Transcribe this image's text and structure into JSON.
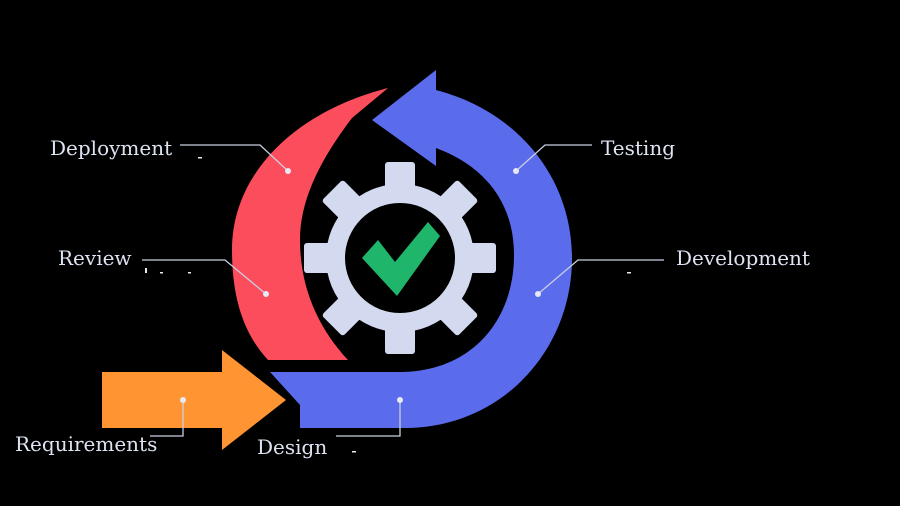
{
  "diagram": {
    "title": "",
    "stages": {
      "requirements": "Requirements",
      "design": "Design",
      "development": "Development",
      "testing": "Testing",
      "deployment": "Deployment",
      "review": "Review"
    },
    "colors": {
      "background": "#000000",
      "blue_arrow": "#5a6cec",
      "red_arrow": "#fb4d5c",
      "orange_arrow": "#ff9433",
      "gear": "#d3d9ef",
      "checkmark": "#1fb56b"
    },
    "icons": [
      "gear-icon",
      "checkmark-icon"
    ]
  }
}
